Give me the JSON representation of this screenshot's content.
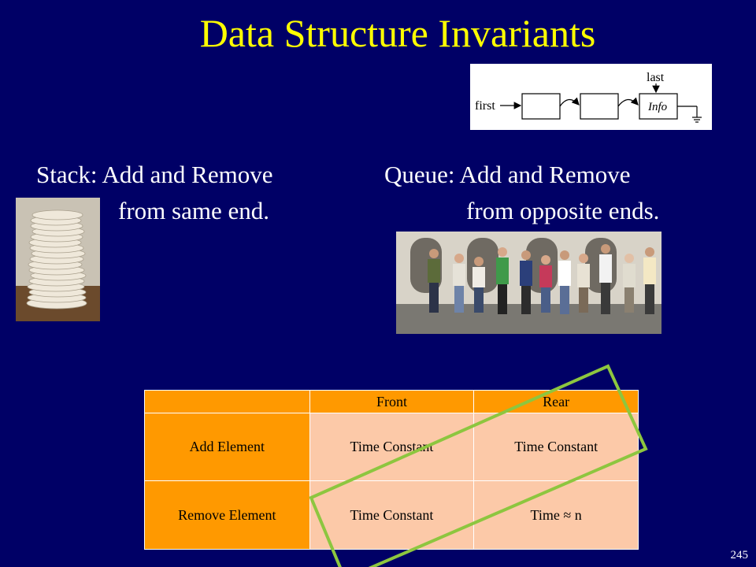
{
  "title": "Data Structure Invariants",
  "diagram": {
    "first_label": "first",
    "last_label": "last",
    "info_label": "Info"
  },
  "stack": {
    "line1": "Stack: Add and Remove",
    "line2": "from same end."
  },
  "queue": {
    "line1": "Queue: Add and Remove",
    "line2": "from opposite ends."
  },
  "table": {
    "headers": [
      "",
      "Front",
      "Rear"
    ],
    "rows": [
      {
        "label": "Add Element",
        "front": "Time Constant",
        "rear": "Time Constant"
      },
      {
        "label": "Remove Element",
        "front": "Time Constant",
        "rear": "Time ≈ n"
      }
    ]
  },
  "highlight_color": "#8dc63f",
  "accent_colors": {
    "background": "#000066",
    "title": "#ffff00",
    "table_header": "#ff9900",
    "table_cell": "#fcc9a8"
  },
  "slide_number": "245"
}
